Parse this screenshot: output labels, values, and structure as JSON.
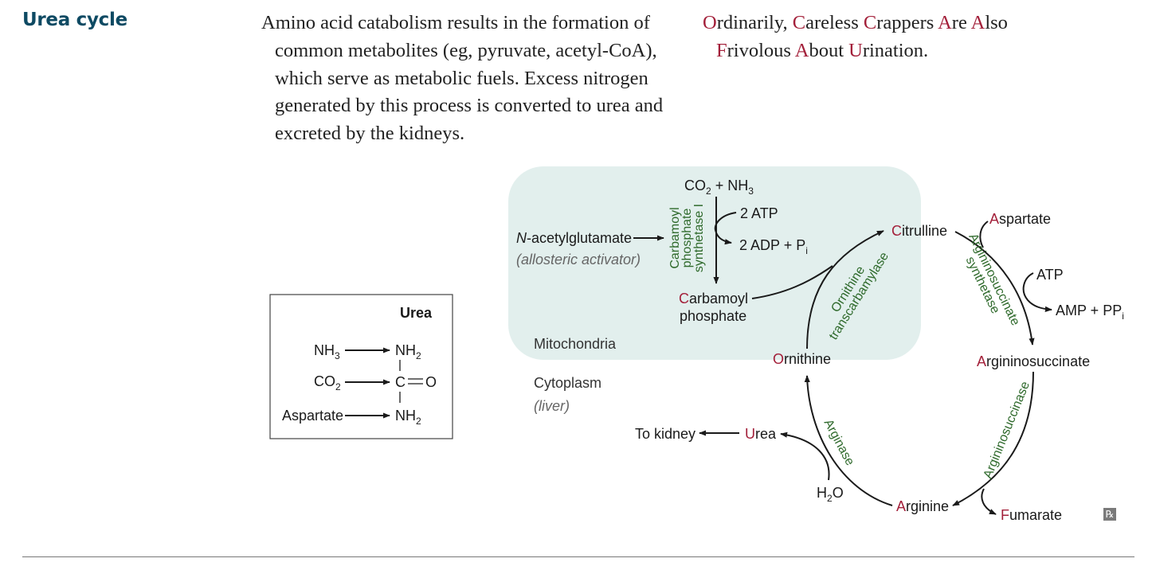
{
  "title": "Urea cycle",
  "intro": "Amino acid catabolism results in the formation of common metabolites (eg, pyruvate, acetyl-CoA), which serve as metabolic fuels. Excess nitrogen generated by this process is converted to urea and excreted by the kidneys.",
  "mnemonic": {
    "line1": [
      {
        "cap": "O",
        "rest": "rdinarily, "
      },
      {
        "cap": "C",
        "rest": "areless "
      },
      {
        "cap": "C",
        "rest": "rappers "
      },
      {
        "cap": "A",
        "rest": "re "
      },
      {
        "cap": "A",
        "rest": "lso"
      }
    ],
    "line2": [
      {
        "cap": "F",
        "rest": "rivolous "
      },
      {
        "cap": "A",
        "rest": "bout "
      },
      {
        "cap": "U",
        "rest": "rination."
      }
    ]
  },
  "urea_box": {
    "title": "Urea",
    "rows": [
      {
        "source": "NH",
        "source_sub": "3"
      },
      {
        "source": "CO",
        "source_sub": "2"
      },
      {
        "source": "Aspartate",
        "source_sub": ""
      }
    ],
    "product": {
      "top": "NH",
      "top_sub": "2",
      "middle": "C",
      "carbonyl": "O",
      "bottom": "NH",
      "bottom_sub": "2"
    }
  },
  "compartments": {
    "mitochondria": "Mitochondria",
    "cytoplasm": "Cytoplasm",
    "cytoplasm_note": "(liver)",
    "color": "#e2efed"
  },
  "regulator": {
    "name_prefix": "N",
    "name_rest": "-acetylglutamate",
    "note": "(allosteric activator)"
  },
  "substrates": {
    "top_left": "CO",
    "top_left_sub": "2",
    "plus": " + ",
    "top_right": "NH",
    "top_right_sub": "3",
    "atp_in": "2 ATP",
    "adp_out": "2 ADP + P",
    "adp_out_sub": "i"
  },
  "enzymes": {
    "cps_line1": "Carbamoyl",
    "cps_line2": "phosphate",
    "cps_line3": "synthetase I",
    "otc_line1": "Ornithine",
    "otc_line2": "transcarbamylase",
    "ass_line1": "Argininosuccinate",
    "ass_line2": "synthetase",
    "asl": "Argininosuccinase",
    "arginase": "Arginase",
    "color": "#2f6a2c"
  },
  "metabolites": {
    "carbamoyl_cap": "C",
    "carbamoyl_rest": "arbamoyl",
    "carbamoyl_line2": "phosphate",
    "citrulline_cap": "C",
    "citrulline_rest": "itrulline",
    "aspartate_cap": "A",
    "aspartate_rest": "spartate",
    "atp": "ATP",
    "amp": "AMP + PP",
    "amp_sub": "i",
    "argininosuccinate_cap": "A",
    "argininosuccinate_rest": "rgininosuccinate",
    "fumarate_cap": "F",
    "fumarate_rest": "umarate",
    "arginine_cap": "A",
    "arginine_rest": "rginine",
    "water_pre": "H",
    "water_sub": "2",
    "water_post": "O",
    "urea_cap": "U",
    "urea_rest": "rea",
    "to_kidney": "To kidney",
    "ornithine_cap": "O",
    "ornithine_rest": "rnithine"
  },
  "icons": {
    "rx": "rx-icon"
  },
  "colors": {
    "title": "#0e4a63",
    "highlight": "#a3203a",
    "enzyme": "#2f6a2c"
  }
}
